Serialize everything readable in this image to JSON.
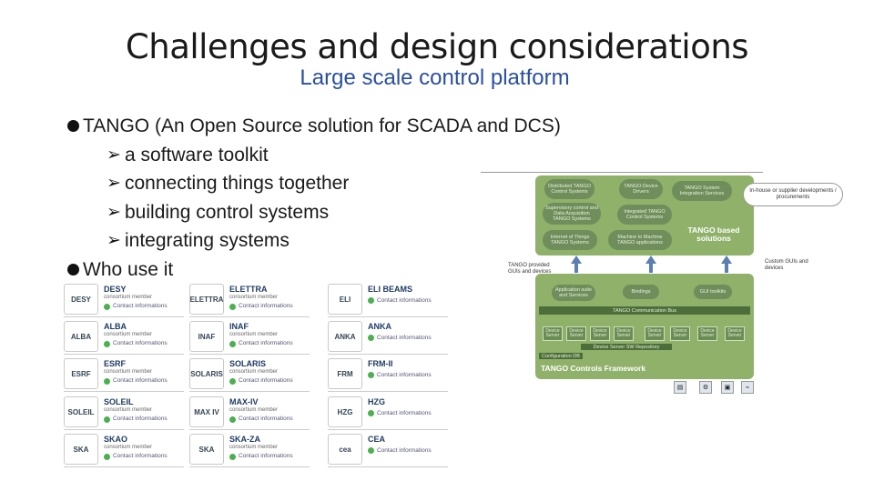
{
  "slide": {
    "title": "Challenges and design considerations",
    "subtitle": "Large scale control platform"
  },
  "bullets": {
    "tango": "TANGO (An Open Source solution for SCADA and DCS)",
    "sub": [
      "a software toolkit",
      "connecting things together",
      "building control systems",
      "integrating systems"
    ],
    "who": "Who use it"
  },
  "members": [
    {
      "name": "DESY",
      "sub": "consortium member",
      "link": "Contact informations",
      "logo": "DESY"
    },
    {
      "name": "ALBA",
      "sub": "consortium member",
      "link": "Contact informations",
      "logo": "ALBA"
    },
    {
      "name": "ESRF",
      "sub": "consortium member",
      "link": "Contact informations",
      "logo": "ESRF"
    },
    {
      "name": "SOLEIL",
      "sub": "consortium member",
      "link": "Contact informations",
      "logo": "SOLEIL"
    },
    {
      "name": "SKAO",
      "sub": "consortium member",
      "link": "Contact informations",
      "logo": "SKA"
    },
    {
      "name": "ELETTRA",
      "sub": "consortium member",
      "link": "Contact informations",
      "logo": "ELETTRA"
    },
    {
      "name": "INAF",
      "sub": "consortium member",
      "link": "Contact informations",
      "logo": "INAF"
    },
    {
      "name": "SOLARIS",
      "sub": "consortium member",
      "link": "Contact informations",
      "logo": "SOLARIS"
    },
    {
      "name": "MAX-IV",
      "sub": "consortium member",
      "link": "Contact informations",
      "logo": "MAX IV"
    },
    {
      "name": "SKA-ZA",
      "sub": "consortium member",
      "link": "Contact informations",
      "logo": "SKA"
    },
    {
      "name": "ELI BEAMS",
      "sub": "",
      "link": "Contact informations",
      "logo": "ELI"
    },
    {
      "name": "ANKA",
      "sub": "",
      "link": "Contact informations",
      "logo": "ANKA"
    },
    {
      "name": "FRM-II",
      "sub": "",
      "link": "Contact informations",
      "logo": "FRM"
    },
    {
      "name": "HZG",
      "sub": "",
      "link": "Contact informations",
      "logo": "HZG"
    },
    {
      "name": "CEA",
      "sub": "",
      "link": "Contact informations",
      "logo": "cea"
    }
  ],
  "diagram": {
    "solutions_label": "TANGO based solutions",
    "framework_label": "TANGO Controls Framework",
    "clouds": [
      "Distributed TANGO Control Systems",
      "TANGO Device Drivers",
      "TANGO System Integration Services",
      "Supervisory control and Data Acquisition TANGO Systems",
      "Integrated TANGO Control Systems",
      "Internet of Things TANGO Systems",
      "Machine to Machine TANGO applications"
    ],
    "inhouse": "In-house or supplier developments / procurements",
    "provided": "TANGO provided GUIs and devices",
    "custom": "Custom GUIs and devices",
    "apps": [
      "Application suite and Services",
      "Bindings",
      "GUI toolkits"
    ],
    "bus": "TANGO Communication Bus",
    "devices": [
      "Device Server",
      "Device Server",
      "Device Server",
      "Device Server",
      "Device Server",
      "Device Server",
      "Device Server",
      "Device Server"
    ],
    "repo": "Device Server SW Repository",
    "config": "Configuration DB"
  }
}
